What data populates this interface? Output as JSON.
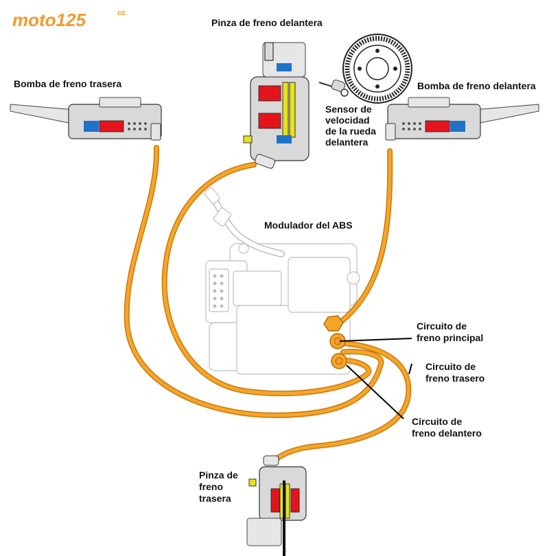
{
  "logo": {
    "text": "moto125",
    "superscript": "cc",
    "color": "#f39a2b"
  },
  "labels": {
    "front_caliper": "Pinza de freno delantera",
    "rear_master": "Bomba de freno trasera",
    "front_master": "Bomba de freno delantera",
    "wheel_sensor": [
      "Sensor de",
      "velocidad",
      "de la rueda",
      "delantera"
    ],
    "abs_modulator": "Modulador del ABS",
    "main_circuit": [
      "Circuito de",
      "freno principal"
    ],
    "rear_circuit": [
      "Circuito de",
      "freno trasero"
    ],
    "front_circuit": [
      "Circuito de",
      "freno delantero"
    ],
    "rear_caliper": [
      "Pinza de",
      "freno",
      "trasera"
    ]
  },
  "colors": {
    "hose": "#f7a52a",
    "hose_edge": "#c77a0a",
    "piston": "#e3141b",
    "fluid_blue": "#1e73c8",
    "pad_yellow": "#e6e21a"
  }
}
